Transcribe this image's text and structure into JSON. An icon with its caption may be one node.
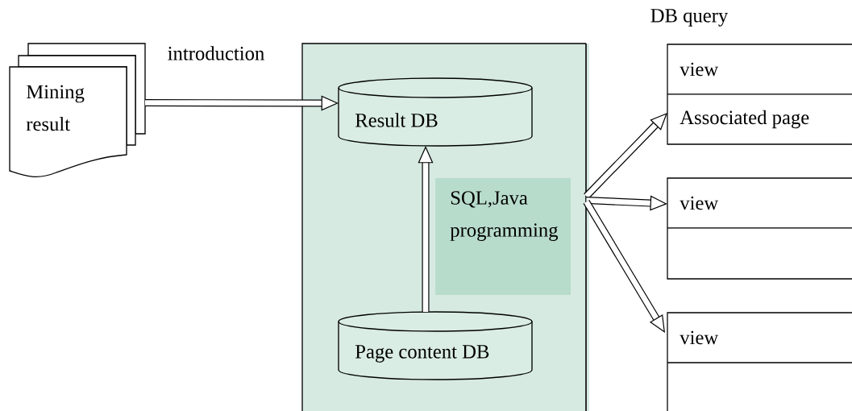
{
  "diagram": {
    "nodes": [
      {
        "text": [
          "Mining result"
        ]
      },
      {
        "text": [],
        "shape": "box"
      },
      {
        "text": [
          "Result DB"
        ],
        "in": 1
      },
      {
        "text": [
          "SQL,Java programming"
        ],
        "in": 1
      },
      {
        "text": [
          "Page content DB"
        ],
        "in": 1
      },
      {
        "text": [
          "view",
          "Associated page"
        ]
      },
      {
        "text": [
          "view"
        ]
      },
      {
        "text": [
          "view"
        ]
      }
    ],
    "edges": [
      {
        "from": 0,
        "to": 2,
        "arrow": "to",
        "label": "introduction"
      },
      {
        "from": 4,
        "to": 2,
        "arrow": "to"
      },
      {
        "from": 1,
        "to": 5,
        "arrow": "to"
      },
      {
        "from": 1,
        "to": 6,
        "arrow": "to"
      },
      {
        "from": 1,
        "to": 7,
        "arrow": "to"
      }
    ],
    "labels": [
      "DB query"
    ]
  }
}
